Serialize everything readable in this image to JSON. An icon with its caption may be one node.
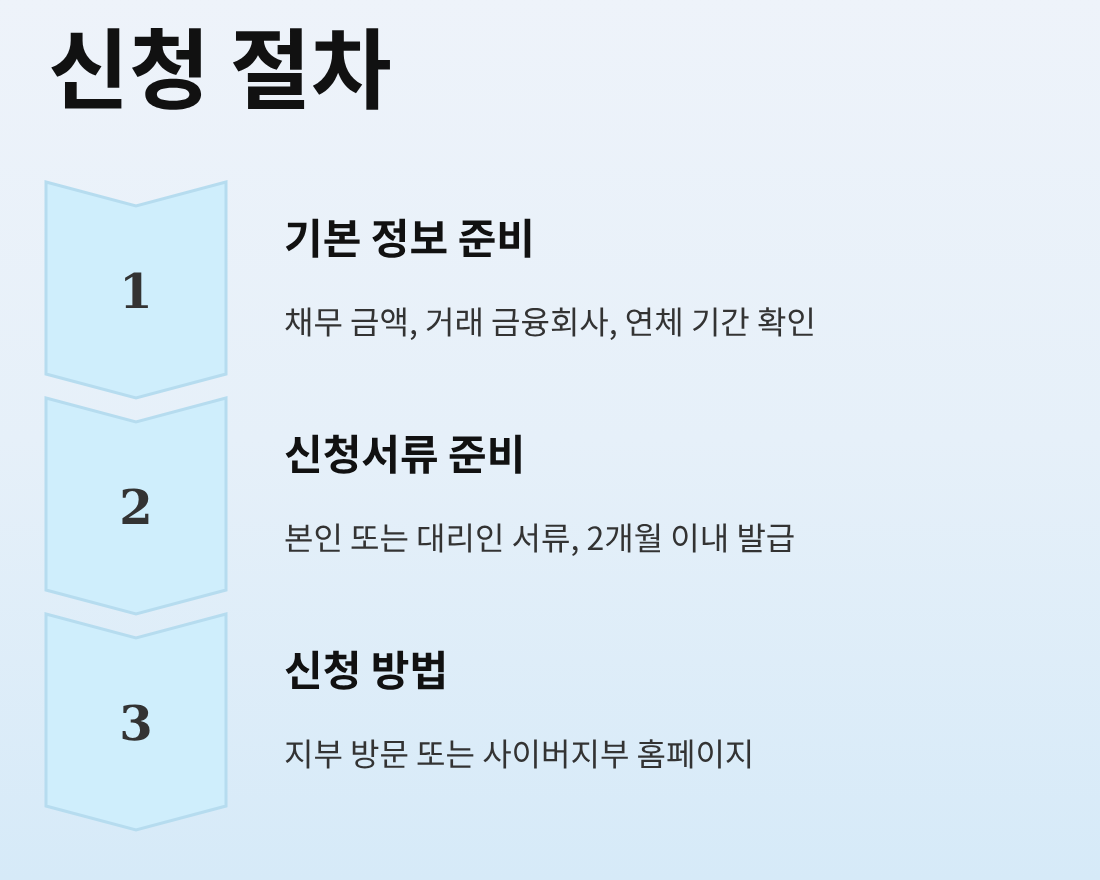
{
  "diagram": {
    "title": "신청 절차",
    "nodes": [
      {
        "text": [
          "1"
        ],
        "beside": [
          "기본 정보 준비",
          "채무 금액, 거래 금융회사, 연체 기간 확인"
        ]
      },
      {
        "text": [
          "2"
        ],
        "beside": [
          "신청서류 준비",
          "본인 또는 대리인 서류, 2개월 이내 발급"
        ]
      },
      {
        "text": [
          "3"
        ],
        "beside": [
          "신청 방법",
          "지부 방문 또는 사이버지부 홈페이지"
        ]
      }
    ]
  }
}
